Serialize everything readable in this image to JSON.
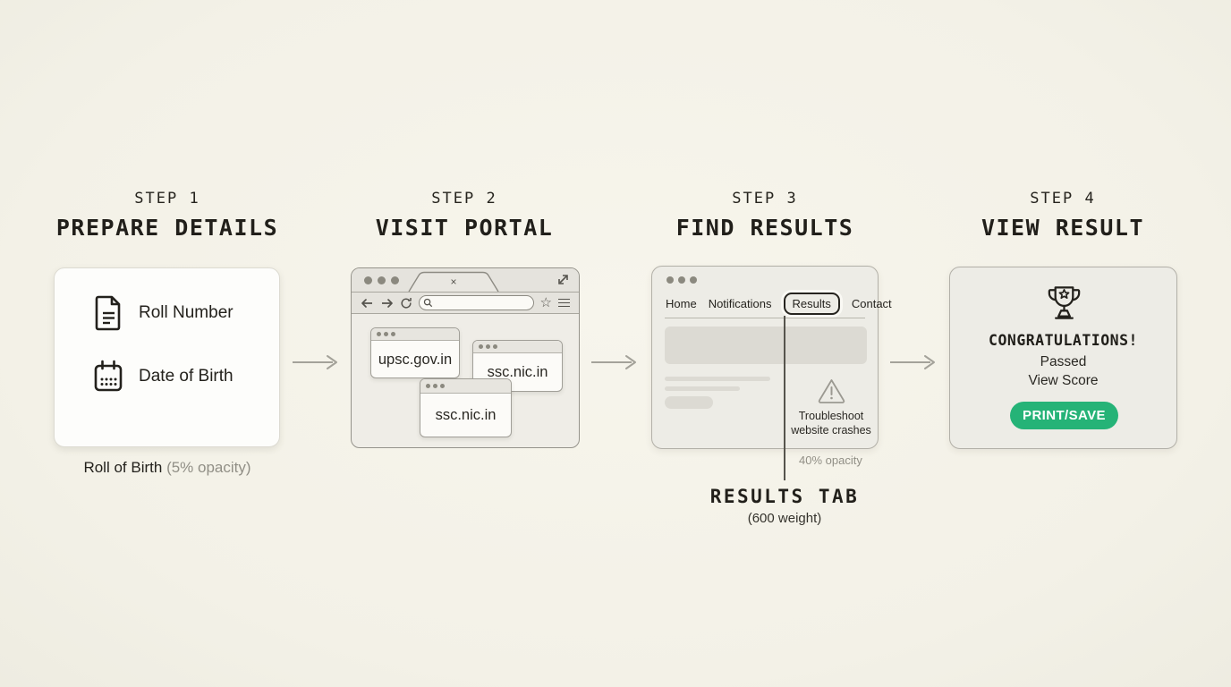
{
  "palette": {
    "background": "#f5f3ea",
    "ink": "#23211c",
    "muted_gray": "#918f86",
    "card_gray": "#edece6",
    "card_border": "#b2b0a8",
    "white_card": "#fdfdfb",
    "placeholder_gray": "#dcdad3",
    "arrow_gray": "#a4a29a",
    "accent_green": "#25b377",
    "callout_line": "#56544d"
  },
  "steps": [
    {
      "kicker": "STEP 1",
      "title": "PREPARE DETAILS",
      "items": [
        {
          "icon": "document-icon",
          "label": "Roll Number"
        },
        {
          "icon": "calendar-icon",
          "label": "Date of Birth"
        }
      ],
      "caption": {
        "main": "Roll of Birth",
        "note": "(5% opacity)"
      }
    },
    {
      "kicker": "STEP 2",
      "title": "VISIT PORTAL",
      "browser": {
        "tab_close": "×",
        "toolbar_icons": [
          "back-arrow-icon",
          "forward-arrow-icon",
          "refresh-icon",
          "search-icon",
          "star-icon",
          "menu-icon"
        ],
        "window_controls_icon": "traffic-dots-icon",
        "expand_icon": "expand-arrow-icon",
        "windows": [
          "upsc.gov.in",
          "ssc.nic.in",
          "ssc.nic.in"
        ]
      }
    },
    {
      "kicker": "STEP 3",
      "title": "FIND RESULTS",
      "nav": [
        "Home",
        "Notifications",
        "Results",
        "Contact"
      ],
      "active_tab": "Results",
      "warning": {
        "icon": "warning-triangle-icon",
        "line1": "Troubleshoot",
        "line2": "website crashes"
      },
      "callout": {
        "note": "40% opacity",
        "title": "RESULTS TAB",
        "subtitle": "(600 weight)"
      }
    },
    {
      "kicker": "STEP 4",
      "title": "VIEW RESULT",
      "result": {
        "icon": "trophy-icon",
        "heading": "CONGRATULATIONS!",
        "status": "Passed",
        "link": "View Score",
        "button": "PRINT/SAVE"
      }
    }
  ]
}
